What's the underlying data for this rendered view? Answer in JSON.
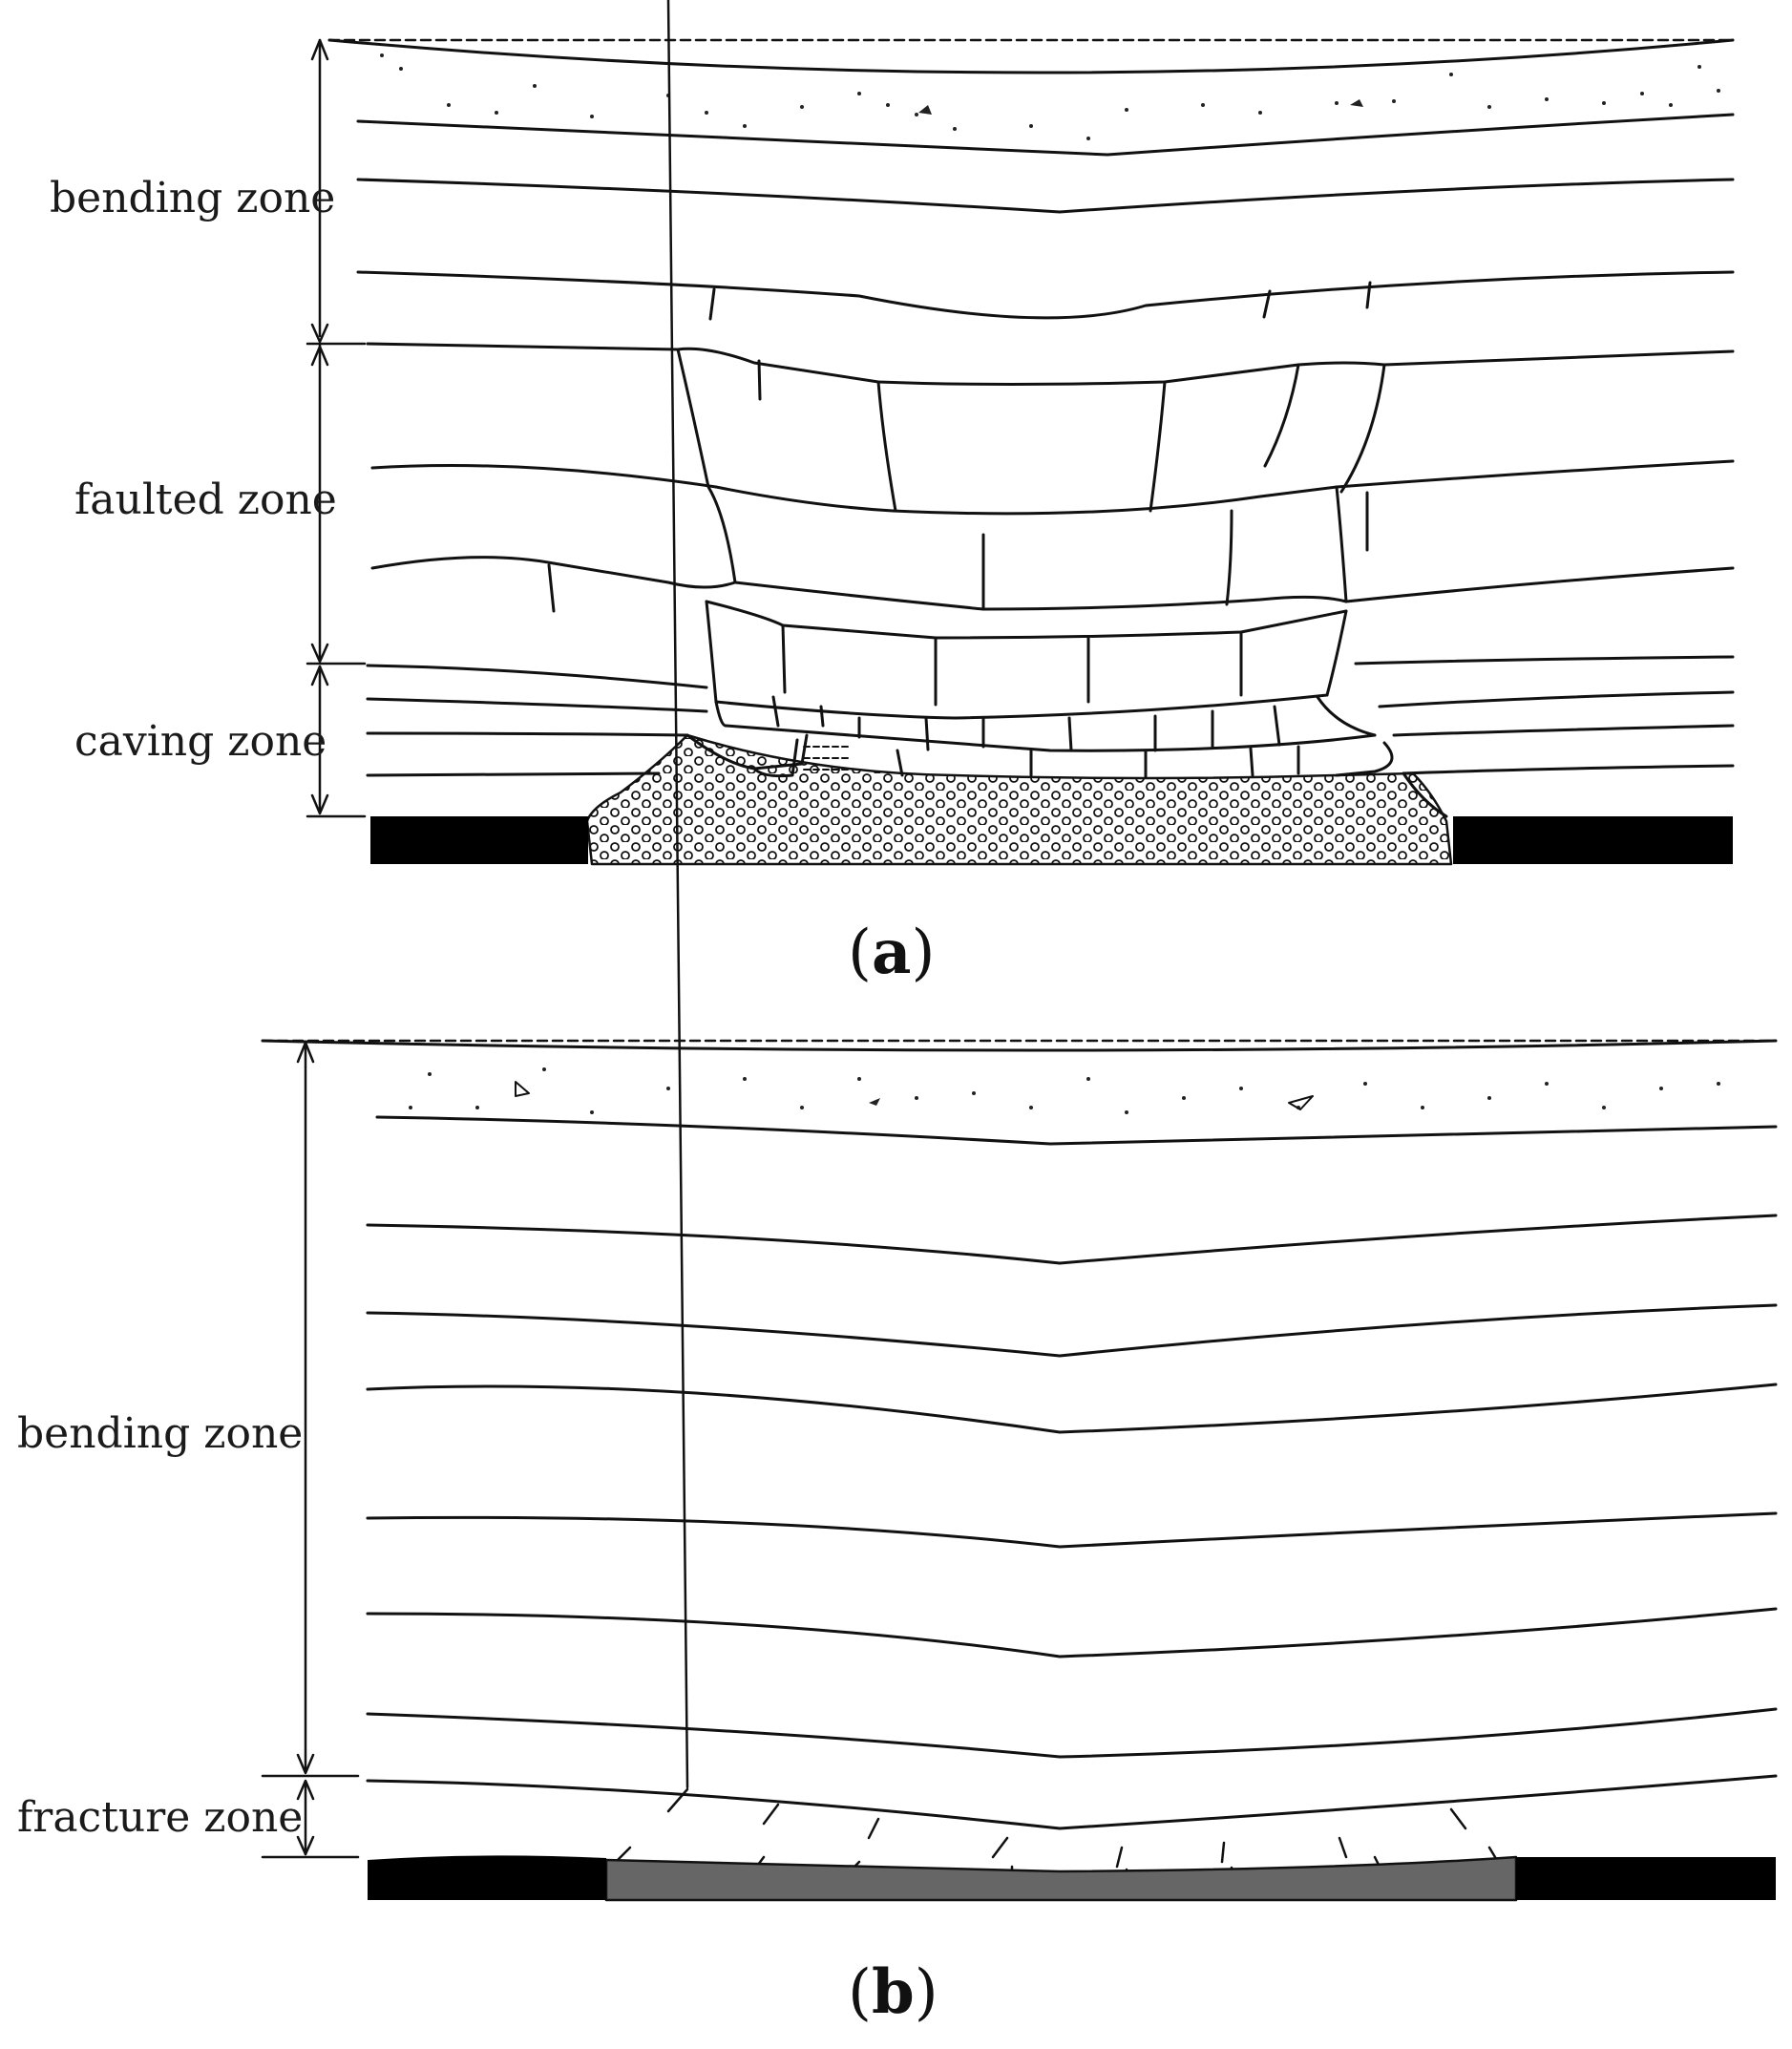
{
  "panel_a": {
    "zones": {
      "bending": "bending zone",
      "faulted": "faulted zone",
      "caving": "caving zone"
    },
    "caption_open": "(",
    "caption_letter": "a",
    "caption_close": ")"
  },
  "panel_b": {
    "zones": {
      "bending": "bending zone",
      "fracture": "fracture zone"
    },
    "caption_open": "(",
    "caption_letter": "b",
    "caption_close": ")"
  },
  "colors": {
    "line": "#111111",
    "coal_seam": "#000000",
    "backfill": "#666666",
    "rubble": "#1a1a1a"
  }
}
